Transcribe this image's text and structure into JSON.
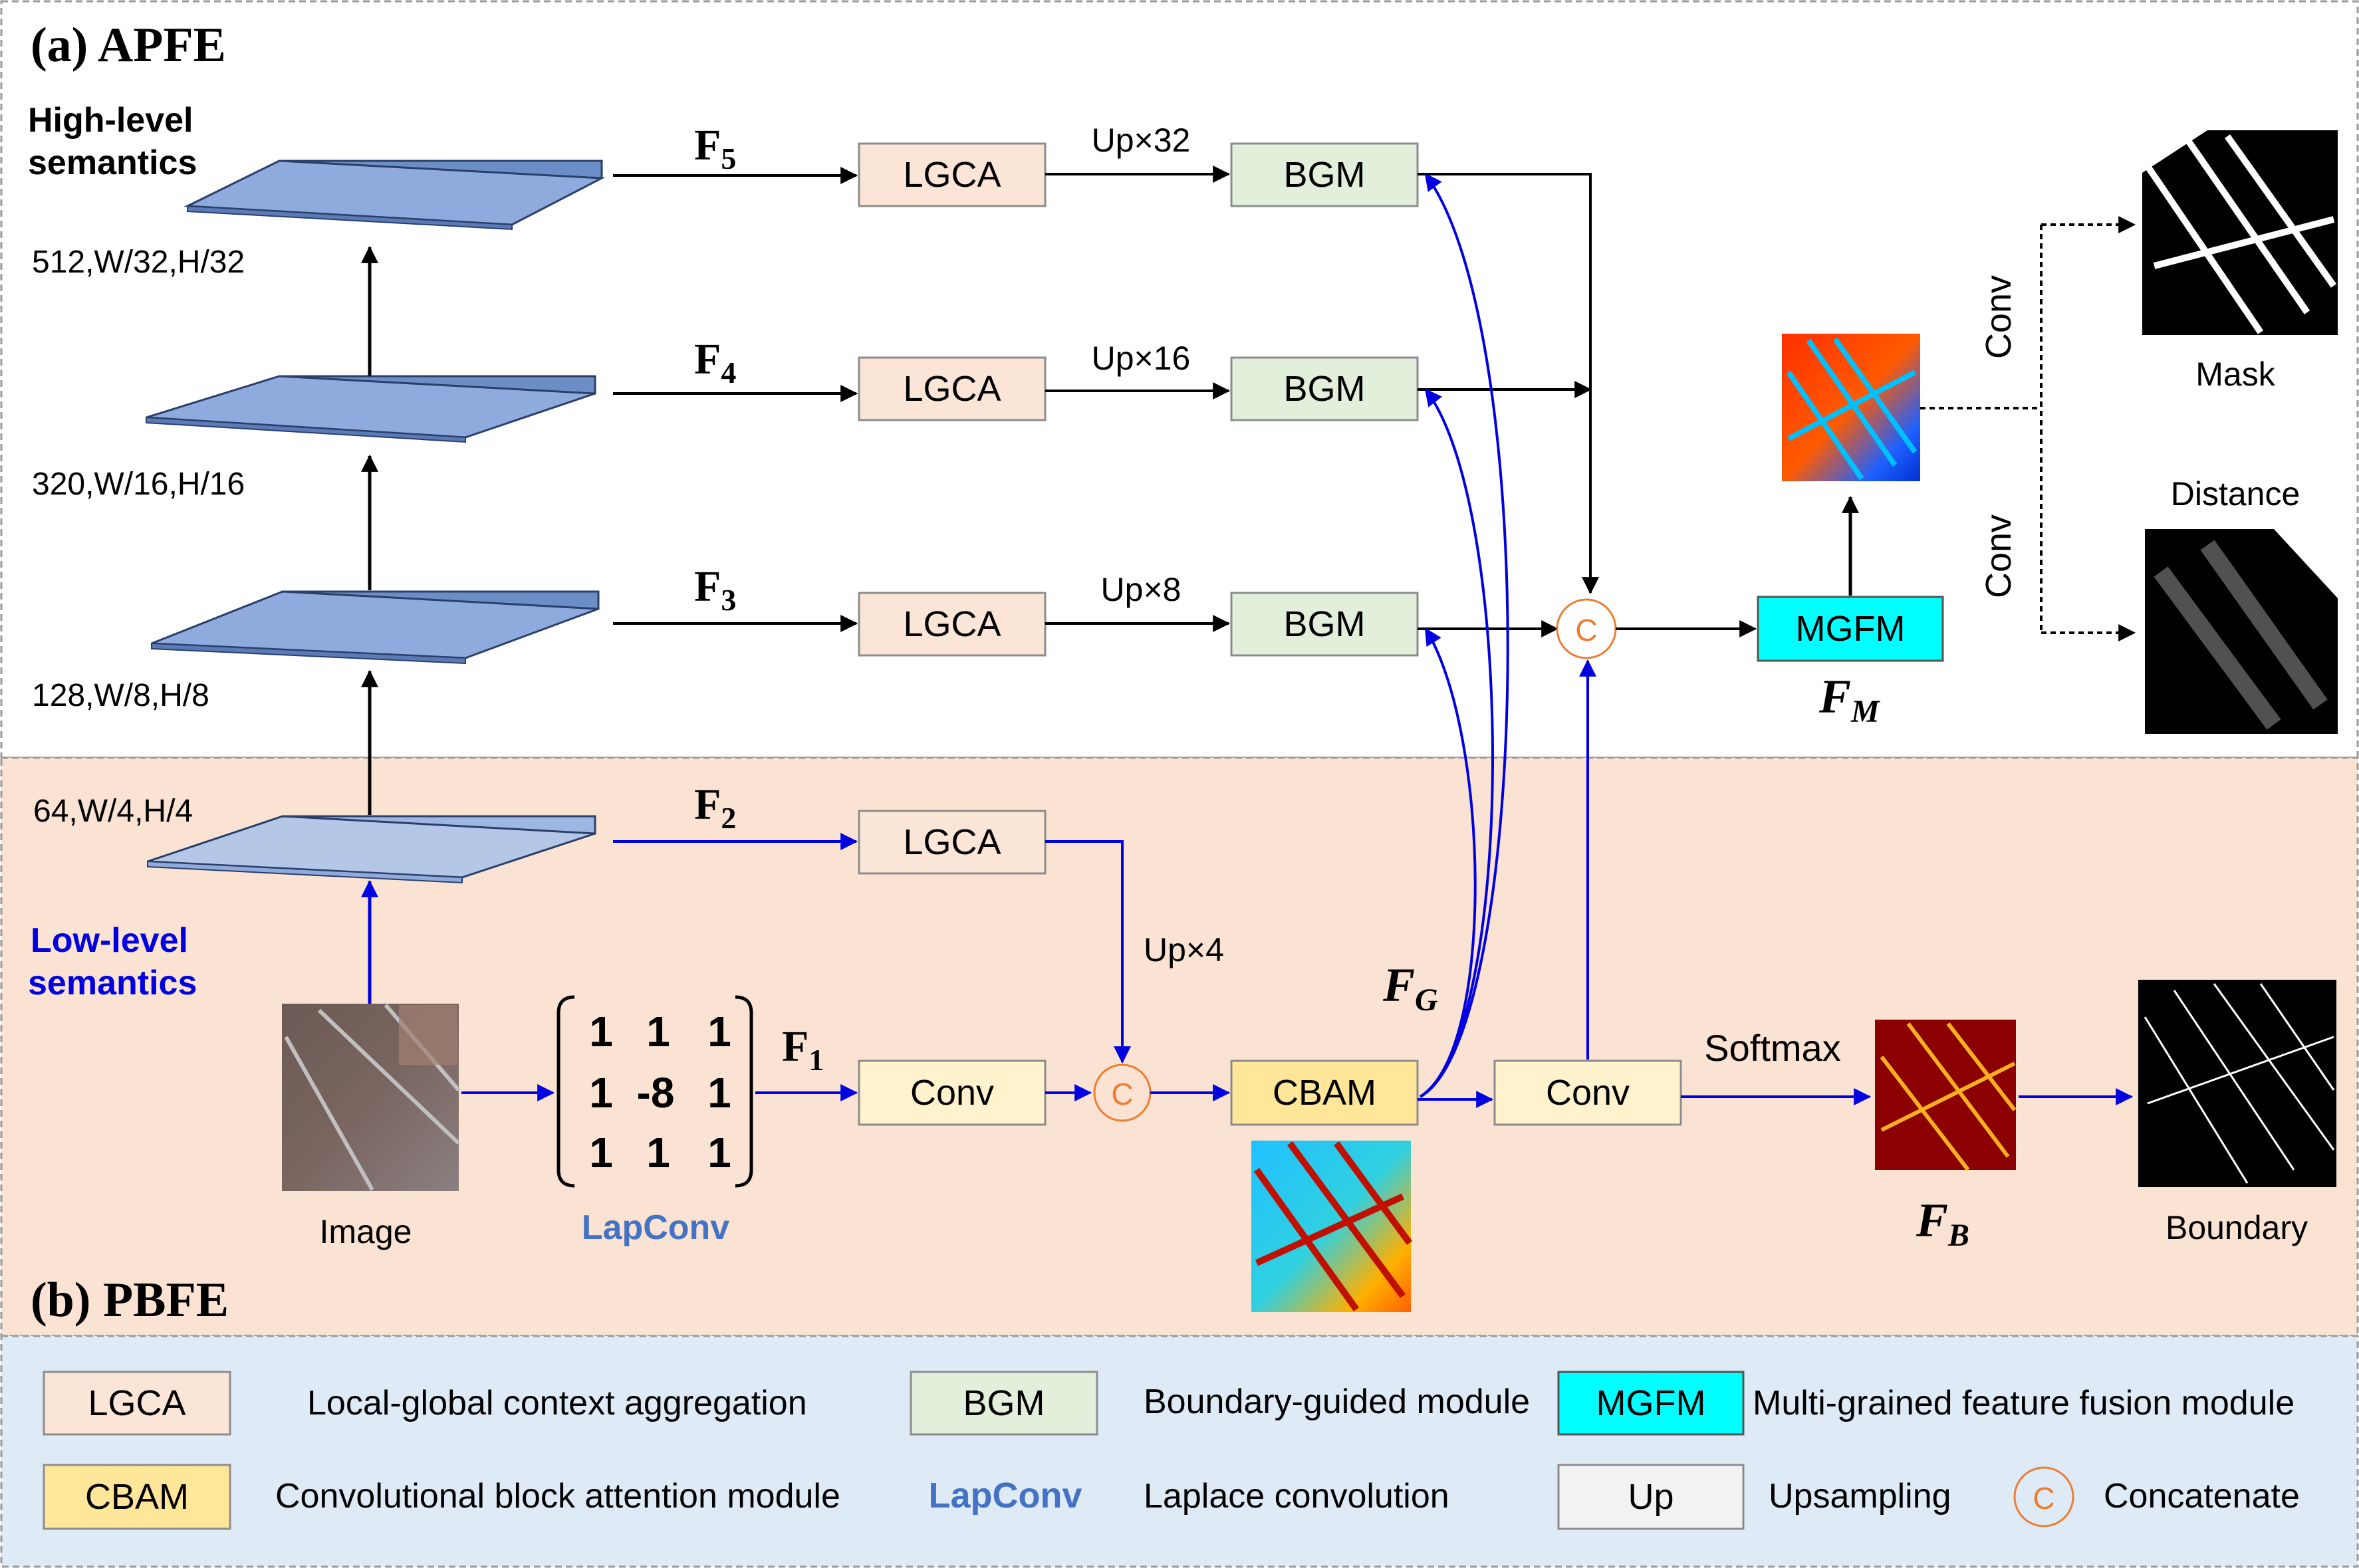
{
  "sections": {
    "apfe_title": "(a) APFE",
    "pbfe_title": "(b) PBFE"
  },
  "semantics": {
    "high": [
      "High-level",
      "semantics"
    ],
    "low": [
      "Low-level",
      "semantics"
    ]
  },
  "backbone": {
    "stage5": "512,W/32,H/32",
    "stage4": "320,W/16,H/16",
    "stage3": "128,W/8,H/8",
    "stage2": "64,W/4,H/4"
  },
  "features": {
    "f5": "F",
    "f5_sub": "5",
    "f4": "F",
    "f4_sub": "4",
    "f3": "F",
    "f3_sub": "3",
    "f2": "F",
    "f2_sub": "2",
    "f1": "F",
    "f1_sub": "1",
    "fg": "F",
    "fg_sub": "G",
    "fm": "F",
    "fm_sub": "M",
    "fb": "F",
    "fb_sub": "B"
  },
  "modules": {
    "lgca": "LGCA",
    "bgm": "BGM",
    "conv": "Conv",
    "cbam": "CBAM",
    "mgfm": "MGFM",
    "concat": "C"
  },
  "ops": {
    "up32": "Up×32",
    "up16": "Up×16",
    "up8": "Up×8",
    "up4": "Up×4",
    "softmax": "Softmax",
    "conv_top": "Conv",
    "conv_bottom": "Conv"
  },
  "outputs": {
    "mask": "Mask",
    "distance": "Distance",
    "boundary": "Boundary",
    "image": "Image"
  },
  "lapconv": {
    "label": "LapConv",
    "matrix": [
      [
        "1",
        "1",
        "1"
      ],
      [
        "1",
        "-8",
        "1"
      ],
      [
        "1",
        "1",
        "1"
      ]
    ]
  },
  "legend": [
    {
      "box": "LGCA",
      "desc": "Local-global context aggregation"
    },
    {
      "box": "BGM",
      "desc": "Boundary-guided module"
    },
    {
      "box": "MGFM",
      "desc": "Multi-grained feature fusion module"
    },
    {
      "box": "CBAM",
      "desc": "Convolutional block attention module"
    },
    {
      "box": "LapConv",
      "desc": "Laplace convolution"
    },
    {
      "box": "Up",
      "desc": "Upsampling"
    },
    {
      "box": "C",
      "desc": "Concatenate"
    }
  ],
  "colors": {
    "lgca": "#fbe5d6",
    "bgm": "#e2efda",
    "mgfm": "#00ffff",
    "cbam": "#ffe699",
    "conv": "#fff2cc",
    "up": "#f2f2f2",
    "pbfe_bg": "#fbe3d3",
    "legend_bg": "#deebf7",
    "layer": "#8faadc",
    "blue": "#0000e0",
    "concat": "#ed7d31",
    "lapconv_text": "#4472c4"
  }
}
